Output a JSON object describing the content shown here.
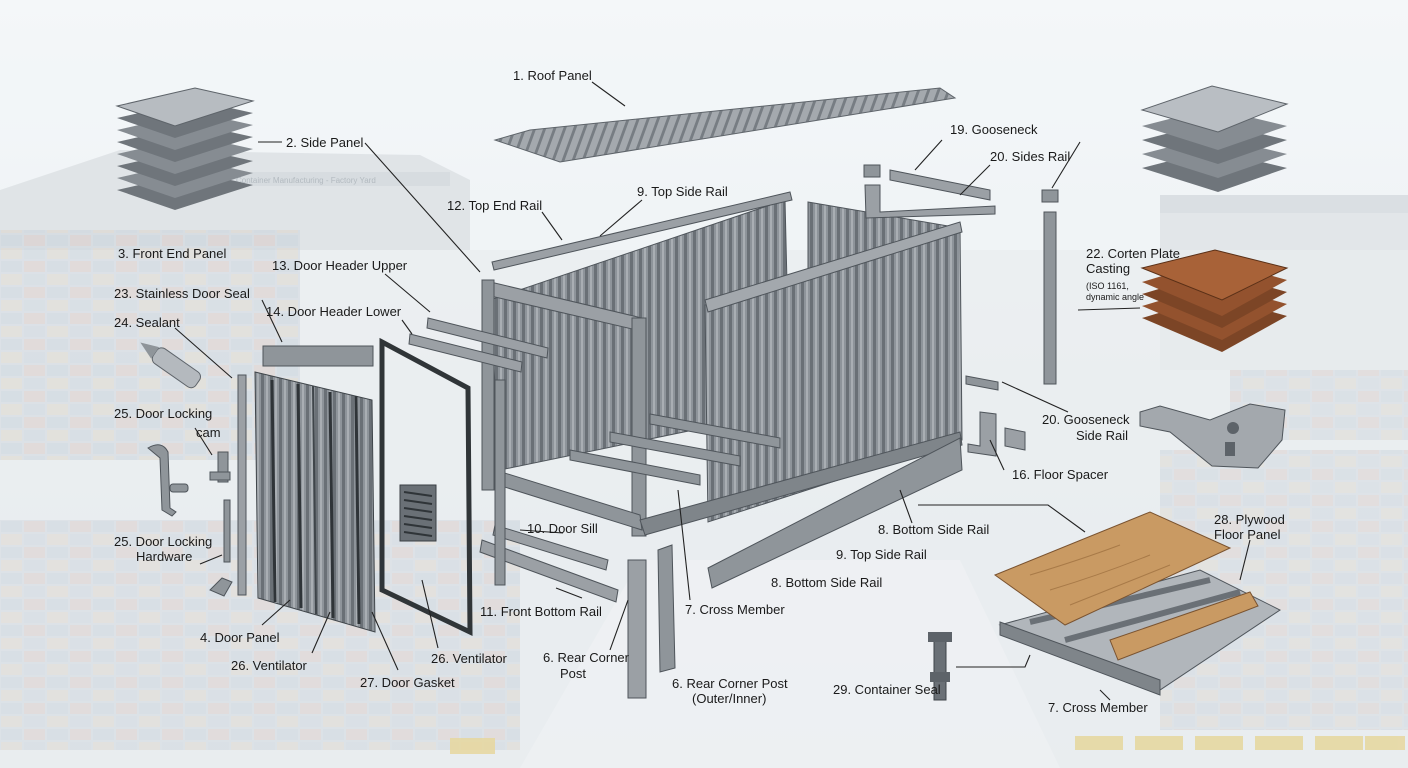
{
  "labels": {
    "l1": "1. Roof Panel",
    "l2": "2. Side Panel",
    "l3": "3. Front End Panel",
    "l4": "4. Door Panel",
    "l6a": "6. Rear Corner",
    "l6b": "Post",
    "l6c": "6. Rear Corner Post",
    "l6d": "(Outer/Inner)",
    "l7a": "7. Cross Member",
    "l7b": "7. Cross Member",
    "l8a": "8. Bottom Side Rail",
    "l8b": "8. Bottom Side Rail",
    "l9a": "9. Top Side Rail",
    "l9b": "9. Top Side Rail",
    "l10": "10. Door Sill",
    "l11": "11. Front Bottom Rail",
    "l12": "12. Top End Rail",
    "l13": "13. Door Header Upper",
    "l14": "14. Door Header Lower",
    "l16": "16. Floor Spacer",
    "l19": "19. Gooseneck",
    "l20a": "20. Sides Rail",
    "l20b": "20. Gooseneck",
    "l20c": "Side Rail",
    "l22a": "22. Corten Plate",
    "l22b": "Casting",
    "l22c": "(ISO 1161,",
    "l22d": "dynamic angle",
    "l23": "23. Stainless Door Seal",
    "l24": "24. Sealant",
    "l25a": "25. Door Locking",
    "l25b": "cam",
    "l25c": "25. Door Locking",
    "l25d": "Hardware",
    "l26a": "26. Ventilator",
    "l26b": "26. Ventilator",
    "l27": "27. Door Gasket",
    "l28a": "28. Plywood",
    "l28b": "Floor Panel",
    "l29": "29. Container Seal"
  },
  "background_sign": "Container Manufacturing - Factory Yard",
  "colors": {
    "steel": "#8d9399",
    "steel_dark": "#5d6369",
    "steel_light": "#b9bec3",
    "corten": "#9a5530",
    "plywood": "#c99a63",
    "sky": "#e4ebef",
    "yard": "#d9dfe3"
  }
}
